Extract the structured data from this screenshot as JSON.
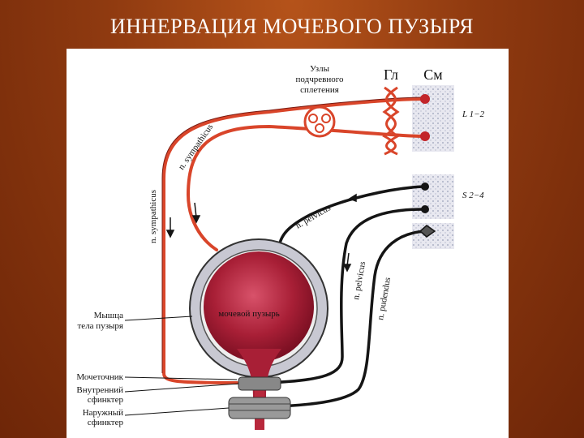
{
  "slide": {
    "title": "ИННЕРВАЦИЯ МОЧЕВОГО ПУЗЫРЯ"
  },
  "diagram": {
    "ganglia_label_line1": "Узлы",
    "ganglia_label_line2": "подчревного",
    "ganglia_label_line3": "сплетения",
    "gl_label": "Гл",
    "sm_label": "См",
    "segment_lumbar": "L 1−2",
    "segment_sacral": "S 2−4",
    "n_sympathicus_upper": "n. sympathicus",
    "n_sympathicus_left": "n. sympathicus",
    "n_pelvicus_upper": "n. pelvicus",
    "n_pelvicus_lower": "n. pelvicus",
    "n_pudendus": "n. pudendus",
    "bladder_label": "мочевой пузырь",
    "muscle_label_line1": "Мышца",
    "muscle_label_line2": "тела пузыря",
    "ureter_label": "Мочеточник",
    "internal_sphincter_line1": "Внутренний",
    "internal_sphincter_line2": "сфинктер",
    "external_sphincter_line1": "Наружный",
    "external_sphincter_line2": "сфинктер"
  },
  "colors": {
    "nerve_red": "#d9452a",
    "nerve_black": "#151515",
    "bladder": "#b0263a",
    "spinal": "#e4e4ee"
  }
}
